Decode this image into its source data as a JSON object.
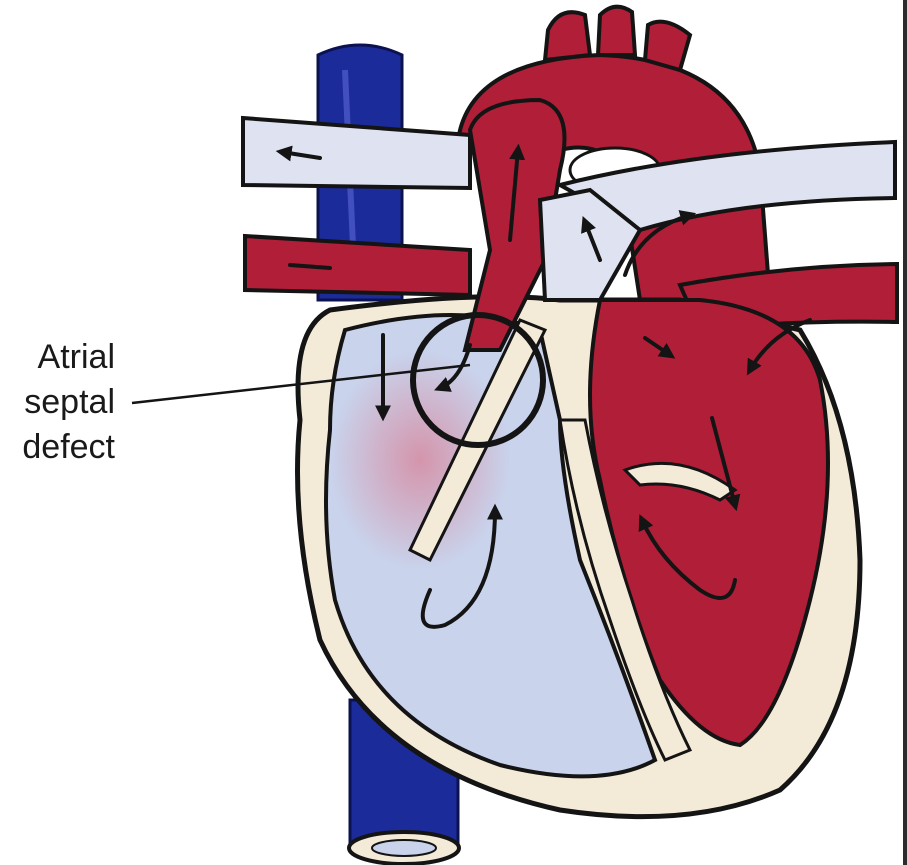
{
  "annotation": {
    "lines": [
      "Atrial",
      "septal",
      "defect"
    ]
  },
  "colors": {
    "deoxygenated": "#c9d3ec",
    "oxygenated": "#b01e38",
    "vena_cava": "#1c2b9a",
    "wall": "#f4ead8",
    "outline": "#141414",
    "mixing_tint": "#d99aaa"
  }
}
